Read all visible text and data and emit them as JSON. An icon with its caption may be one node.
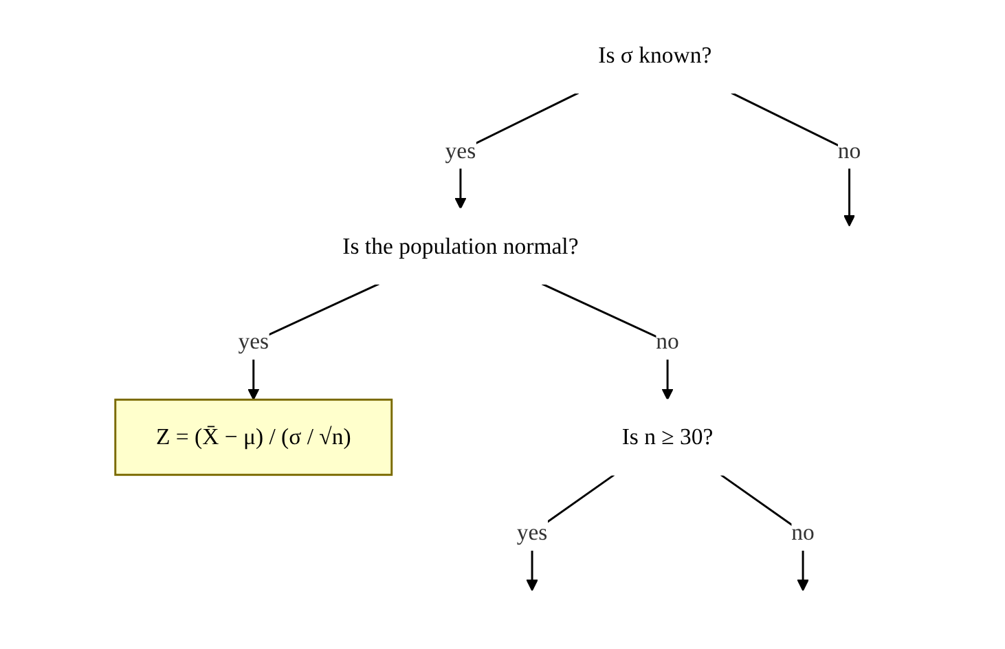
{
  "diagram": {
    "nodes": [
      {
        "text": [
          "Is σ known?"
        ]
      },
      {
        "text": [
          "Is the population normal?"
        ]
      },
      {
        "text": [
          "Z = (X̄ − μ) / (σ / √n)"
        ]
      },
      {
        "text": [
          "Is n ≥ 30?"
        ]
      }
    ],
    "edges": [
      {
        "from": 0,
        "to": 1,
        "label": "yes",
        "arrow": "to"
      },
      {
        "from": 0,
        "to": null,
        "label": "no",
        "arrow": "to"
      },
      {
        "from": 1,
        "to": 2,
        "label": "yes",
        "arrow": "to"
      },
      {
        "from": 1,
        "to": 3,
        "label": "no",
        "arrow": "to"
      },
      {
        "from": 3,
        "to": null,
        "label": "yes",
        "arrow": "to"
      },
      {
        "from": 3,
        "to": null,
        "label": "no",
        "arrow": "to"
      }
    ]
  }
}
